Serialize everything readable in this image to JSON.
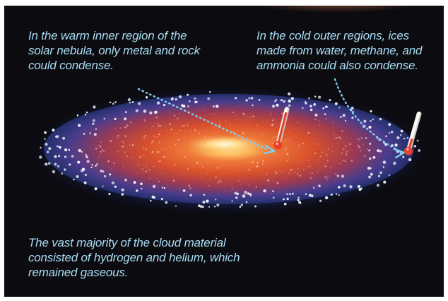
{
  "captions": {
    "inner": {
      "lines": [
        "In the warm inner region of the",
        "solar nebula, only metal and rock",
        "could condense."
      ]
    },
    "outer": {
      "lines": [
        "In the cold outer regions, ices",
        "made from water, methane, and",
        "ammonia could also condense."
      ]
    },
    "gas": {
      "lines": [
        "The vast majority of the cloud material",
        "consisted of hydrogen and helium, which",
        "remained gaseous."
      ]
    }
  },
  "colors": {
    "background": "#0b0b10",
    "caption_text": "#a9dcf3",
    "arrow": "#7fd0f2",
    "disk_core": "#fff0b0",
    "disk_mid": "#e8562a",
    "disk_edge": "#3a4fa0",
    "thermometer_warm": "#e8402a",
    "thermometer_cold": "#e8402a"
  },
  "icons": {
    "warm_thermometer": "thermometer-icon",
    "cold_thermometer": "thermometer-icon"
  }
}
